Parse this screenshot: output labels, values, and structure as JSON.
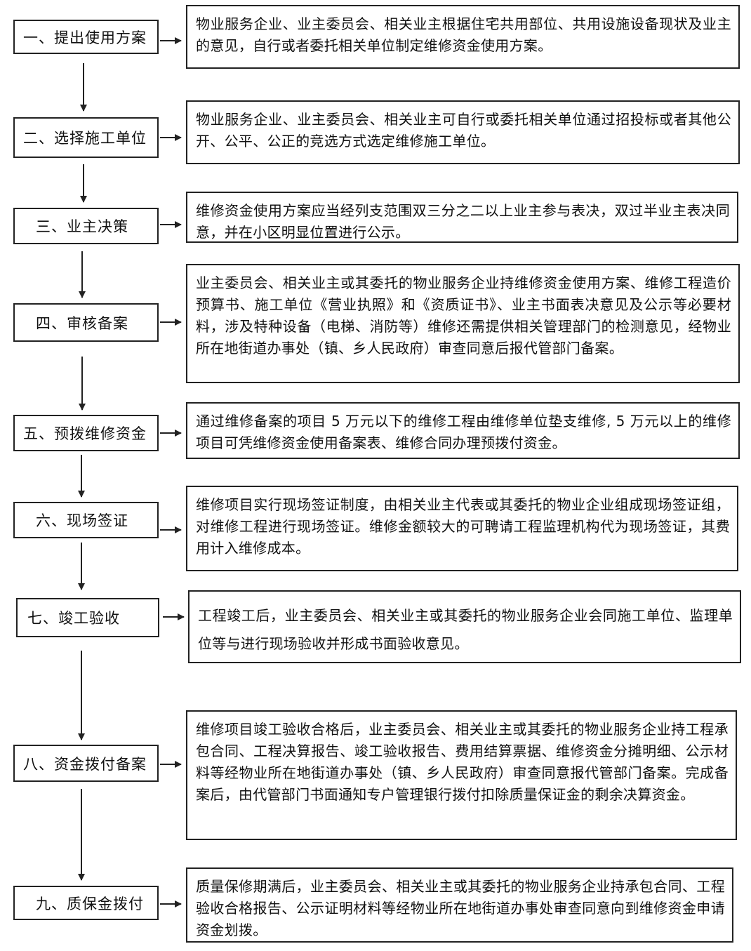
{
  "colors": {
    "border": "#222222",
    "text": "#111111",
    "background": "#ffffff"
  },
  "steps": [
    {
      "label": "一、提出使用方案",
      "desc": "物业服务企业、业主委员会、相关业主根据住宅共用部位、共用设施设备现状及业主的意见，自行或者委托相关单位制定维修资金使用方案。"
    },
    {
      "label": "二、选择施工单位",
      "desc": "物业服务企业、业主委员会、相关业主可自行或委托相关单位通过招投标或者其他公开、公平、公正的竞选方式选定维修施工单位。"
    },
    {
      "label": "三、业主决策",
      "desc": "维修资金使用方案应当经列支范围双三分之二以上业主参与表决，双过半业主表决同意，并在小区明显位置进行公示。"
    },
    {
      "label": "四、审核备案",
      "desc": "业主委员会、相关业主或其委托的物业服务企业持维修资金使用方案、维修工程造价预算书、施工单位《营业执照》和《资质证书》、业主书面表决意见及公示等必要材料，涉及特种设备（电梯、消防等）维修还需提供相关管理部门的检测意见，经物业所在地街道办事处（镇、乡人民政府）审查同意后报代管部门备案。"
    },
    {
      "label": "五、预拨维修资金",
      "desc": "通过维修备案的项目 5 万元以下的维修工程由维修单位垫支维修, 5 万元以上的维修项目可凭维修资金使用备案表、维修合同办理预拨付资金。"
    },
    {
      "label": "六、现场签证",
      "desc": "维修项目实行现场签证制度，由相关业主代表或其委托的物业企业组成现场签证组，对维修工程进行现场签证。维修金额较大的可聘请工程监理机构代为现场签证，其费用计入维修成本。"
    },
    {
      "label": "七、竣工验收",
      "desc": "工程竣工后，业主委员会、相关业主或其委托的物业服务企业会同施工单位、监理单位等与进行现场验收并形成书面验收意见。"
    },
    {
      "label": "八、资金拨付备案",
      "desc": "维修项目竣工验收合格后，业主委员会、相关业主或其委托的物业服务企业持工程承包合同、工程决算报告、竣工验收报告、费用结算票据、维修资金分摊明细、公示材料等经物业所在地街道办事处（镇、乡人民政府）审查同意报代管部门备案。完成备案后，由代管部门书面通知专户管理银行拨付扣除质量保证金的剩余决算资金。"
    },
    {
      "label": "九、质保金拨付",
      "desc": "质量保修期满后，业主委员会、相关业主或其委托的物业服务企业持承包合同、工程验收合格报告、公示证明材料等经物业所在地街道办事处审查同意向到维修资金申请资金划拨。"
    }
  ]
}
